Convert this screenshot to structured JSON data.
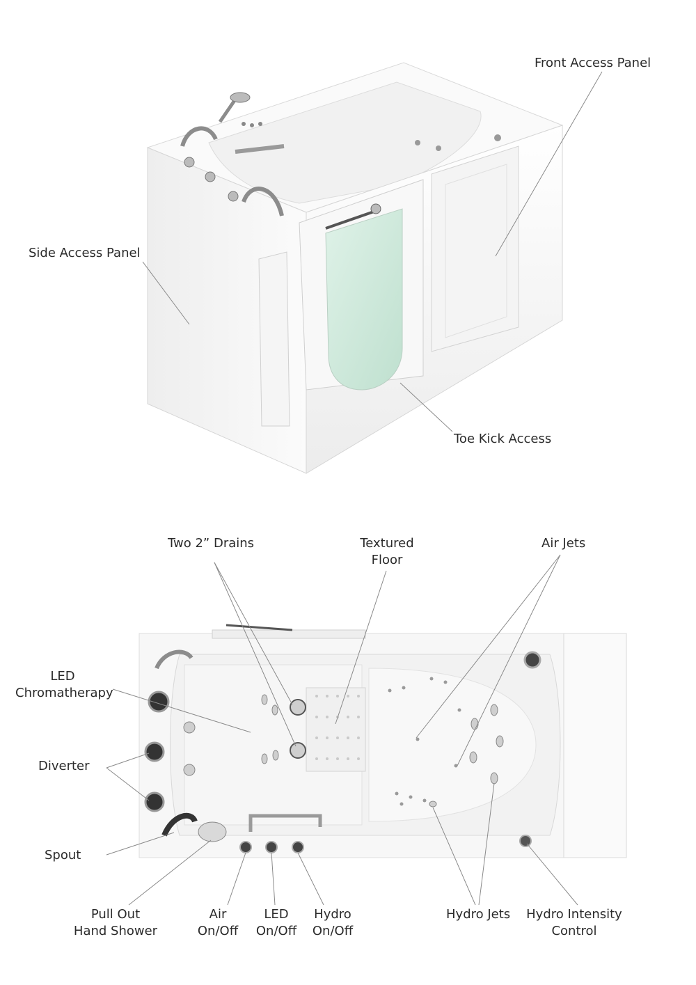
{
  "top_view": {
    "labels": {
      "front_access_panel": "Front Access Panel",
      "side_access_panel": "Side Access Panel",
      "toe_kick_access": "Toe Kick Access"
    }
  },
  "top_down_view": {
    "labels": {
      "two_drains": "Two 2” Drains",
      "textured_floor_1": "Textured",
      "textured_floor_2": "Floor",
      "air_jets": "Air Jets",
      "led_1": "LED",
      "led_2": "Chromatherapy",
      "diverter": "Diverter",
      "spout": "Spout",
      "pull_out_1": "Pull Out",
      "pull_out_2": "Hand Shower",
      "air_onoff_1": "Air",
      "air_onoff_2": "On/Off",
      "led_onoff_1": "LED",
      "led_onoff_2": "On/Off",
      "hydro_onoff_1": "Hydro",
      "hydro_onoff_2": "On/Off",
      "hydro_jets": "Hydro Jets",
      "hydro_intensity_1": "Hydro Intensity",
      "hydro_intensity_2": "Control"
    }
  },
  "colors": {
    "tub_white": "#f7f7f7",
    "tub_shade": "#e3e3e3",
    "door_glass": "#cfe9dc",
    "chrome": "#9a9a9a",
    "leader": "#8a8a8a"
  }
}
